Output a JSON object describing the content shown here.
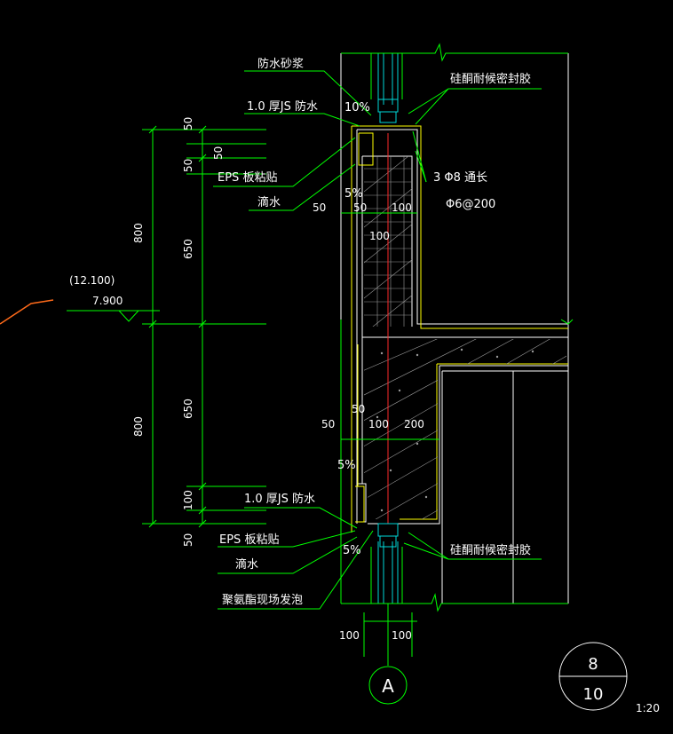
{
  "labels": {
    "waterproof_mortar": "防水砂浆",
    "js_waterproof_top": "1.0 厚JS 防水",
    "eps_top": "EPS 板粘贴",
    "drip_top": "滴水",
    "sealant_top": "硅酮耐候密封胶",
    "rebar": "3 Φ8 通长",
    "stirrup": "Φ6@200",
    "js_waterproof_bottom": "1.0 厚JS 防水",
    "eps_bottom": "EPS 板粘贴",
    "drip_bottom": "滴水",
    "foam": "聚氨酯现场发泡",
    "sealant_bottom": "硅酮耐候密封胶"
  },
  "slopes": {
    "top": "10%",
    "middle": "5%",
    "lower": "5%",
    "bottom": "5%"
  },
  "elevation": {
    "upper": "(12.100)",
    "lower": "7.900"
  },
  "dims": {
    "d50a": "50",
    "d50b": "50",
    "d50c": "50",
    "d800a": "800",
    "d650a": "650",
    "d650b": "650",
    "d800b": "800",
    "d100a": "100",
    "d50d": "50",
    "h50a": "50",
    "h50b": "100",
    "h50c": "50",
    "h100v": "100",
    "h50d": "50",
    "h50e": "50",
    "h100b": "100",
    "h200": "200",
    "b100a": "100",
    "b100b": "100"
  },
  "axis": "A",
  "detail": {
    "number": "8",
    "sheet": "10"
  },
  "scale": "1:20"
}
